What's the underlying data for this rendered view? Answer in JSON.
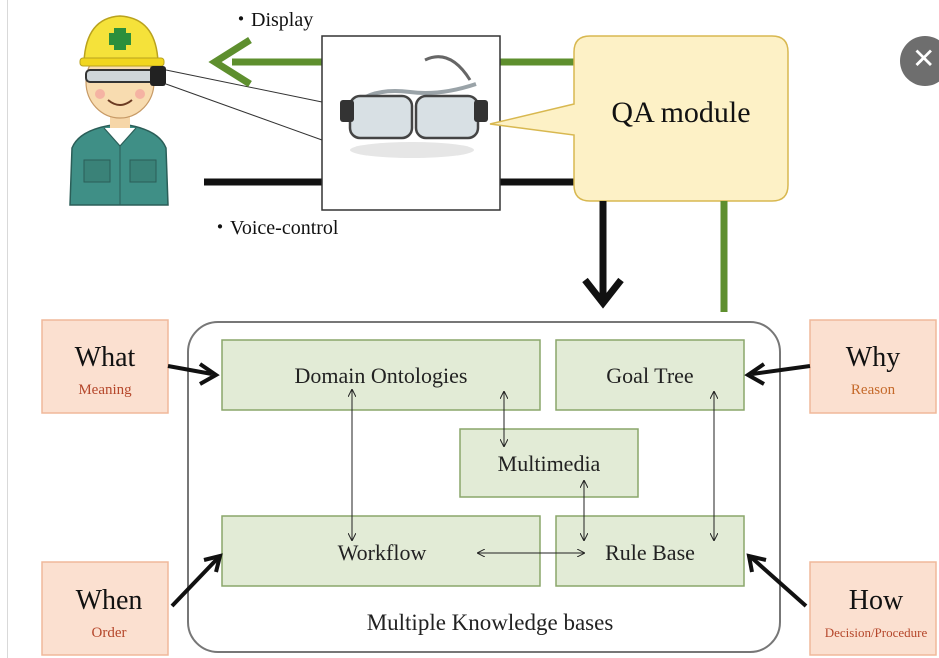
{
  "labels": {
    "display": "・Display",
    "voice_control": "・Voice-control",
    "qa_module": "QA module",
    "kb_caption": "Multiple Knowledge bases"
  },
  "kb_nodes": {
    "domain_ontologies": "Domain Ontologies",
    "goal_tree": "Goal Tree",
    "multimedia": "Multimedia",
    "workflow": "Workflow",
    "rule_base": "Rule Base"
  },
  "questions": {
    "what": {
      "title": "What",
      "sub": "Meaning"
    },
    "why": {
      "title": "Why",
      "sub": "Reason"
    },
    "when": {
      "title": "When",
      "sub": "Order"
    },
    "how": {
      "title": "How",
      "sub": "Decision/Procedure"
    }
  },
  "colors": {
    "node_fill": "#e2ebd6",
    "node_stroke": "#8aa66a",
    "question_fill": "#fbe0d0",
    "question_stroke": "#f0b89a",
    "question_sub_text": "#b5472b",
    "qa_fill": "#fdf1c6",
    "qa_stroke": "#d8b850",
    "green_line": "#5e8f2e",
    "close_button": "#6e6e6e"
  },
  "icons": {
    "worker": "worker-with-smart-glasses-icon",
    "glasses": "smart-glasses-photo-icon",
    "close": "close-icon"
  }
}
